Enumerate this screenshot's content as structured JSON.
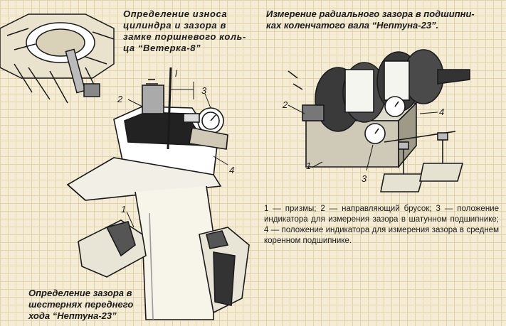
{
  "captions": {
    "top_left": "Определение износа\nцилиндра и зазора в\nзамке поршневого коль-\nца “Ветерка-8”",
    "top_right": "Измерение радиального зазора в подшипни-\nках коленчатого вала “Нептуна-23”.",
    "bottom_left": "Определение зазора в\nшестернях переднего\nхода “Нептуна-23”"
  },
  "legend_text": "1 — призмы; 2 — направляющий брусок; 3 — положение индикатора для измерения зазора в шатунном подшипнике; 4 — положение индикатора для измерения зазора в среднем коренном подшипнике.",
  "labels": {
    "left_2": "2",
    "left_3": "3",
    "left_4": "4",
    "left_l": "l",
    "left_1": "1",
    "right_2": "2",
    "right_4": "4",
    "right_1": "1",
    "right_3": "3"
  }
}
